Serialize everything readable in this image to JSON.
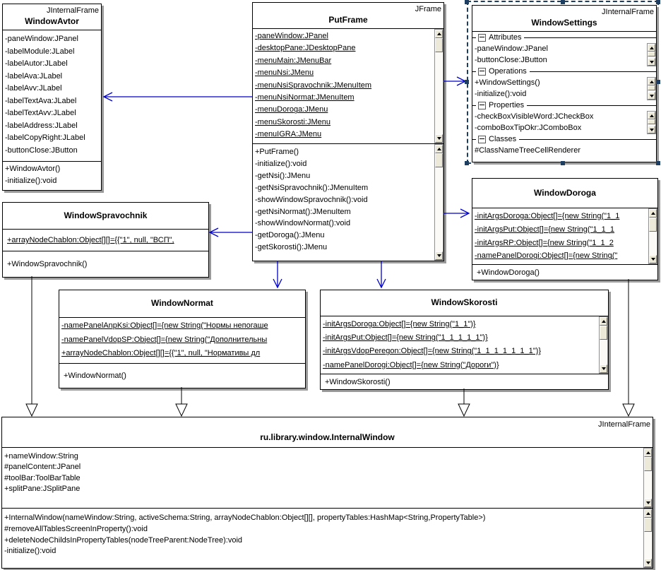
{
  "colors": {
    "association": "#0000cc",
    "selection": "#1d3d61",
    "shadow": "#9a9a9a"
  },
  "classes": {
    "avtor": {
      "stereotype": "JInternalFrame",
      "name": "WindowAvtor",
      "attributes": [
        "-paneWindow:JPanel",
        "-labelModule:JLabel",
        "-labelAutor:JLabel",
        "-labelAva:JLabel",
        "-labelAvv:JLabel",
        "-labelTextAva:JLabel",
        "-labelTextAvv:JLabel",
        "-labelAddress:JLabel",
        "-labelCopyRight:JLabel",
        "-buttonClose:JButton"
      ],
      "methods": [
        "+WindowAvtor()",
        "-initialize():void"
      ]
    },
    "putframe": {
      "stereotype": "JFrame",
      "name": "PutFrame",
      "attributes": [
        "-paneWindow:JPanel",
        "-desktopPane:JDesktopPane",
        "-menuMain:JMenuBar",
        "-menuNsi:JMenu",
        "-menuNsiSpravochnik:JMenuItem",
        "-menuNsiNormat:JMenuItem",
        "-menuDoroga:JMenu",
        "-menuSkorosti:JMenu",
        "-menuIGRA:JMenu"
      ],
      "methods": [
        "+PutFrame()",
        "-initialize():void",
        "-getNsi():JMenu",
        "-getNsiSpravochnik():JMenuItem",
        "-showWindowSpravochnik():void",
        "-getNsiNormat():JMenuItem",
        "-showWindowNormat():void",
        "-getDoroga():JMenu",
        "-getSkorosti():JMenu"
      ]
    },
    "settings": {
      "stereotype": "JInternalFrame",
      "name": "WindowSettings",
      "sections": [
        {
          "label": "Attributes",
          "items": [
            "-paneWindow:JPanel",
            "-buttonClose:JButton"
          ]
        },
        {
          "label": "Operations",
          "items": [
            "+WindowSettings()",
            "-initialize():void"
          ]
        },
        {
          "label": "Properties",
          "items": [
            "-checkBoxVisibleWord:JCheckBox",
            "-comboBoxTipOkr:JComboBox"
          ]
        },
        {
          "label": "Classes",
          "items": [
            "#ClassNameTreeCellRenderer"
          ]
        }
      ]
    },
    "spravochnik": {
      "name": "WindowSpravochnik",
      "attributes": [
        "+arrayNodeChablon:Object[][]={{\"1\", null, \"ВСП\","
      ],
      "methods": [
        "+WindowSpravochnik()"
      ]
    },
    "doroga": {
      "name": "WindowDoroga",
      "attributes": [
        "-initArgsDoroga:Object[]={new String(\"1_1",
        "-initArgsPut:Object[]={new String(\"1_1_1",
        "-initArgsRP:Object[]={new String(\"1_1_2",
        "-namePanelDorogi:Object[]={new String(\""
      ],
      "methods": [
        "+WindowDoroga()"
      ]
    },
    "normat": {
      "name": "WindowNormat",
      "attributes": [
        "-namePanelAnpKsi:Object[]={new String(\"Нормы непогаше",
        "-namePanelVdopSP:Object[]={new String(\"Дополнительны",
        "+arrayNodeChablon:Object[][]={{\"1\", null, \"Нормативы дл"
      ],
      "methods": [
        "+WindowNormat()"
      ]
    },
    "skorosti": {
      "name": "WindowSkorosti",
      "attributes": [
        "-initArgsDoroga:Object[]={new String(\"1_1\")}",
        "-initArgsPut:Object[]={new String(\"1_1_1_1_1\")}",
        "-initArgsVdopPeregon:Object[]={new String(\"1_1_1_1_1_1_1\")}",
        "-namePanelDorogi:Object[]={new String(\"Дороги\")}"
      ],
      "methods": [
        "+WindowSkorosti()"
      ]
    },
    "internal": {
      "stereotype": "JInternalFrame",
      "name": "ru.library.window.InternalWindow",
      "attributes": [
        "+nameWindow:String",
        "#panelContent:JPanel",
        "#toolBar:ToolBarTable",
        "+splitPane:JSplitPane"
      ],
      "methods": [
        "+InternalWindow(nameWindow:String, activeSchema:String, arrayNodeChablon:Object[][], propertyTables:HashMap<String,PropertyTable>)",
        "#removeAllTablesScreenInProperty():void",
        "+deleteNodeChildsInPropertyTables(nodeTreeParent:NodeTree):void",
        "-initialize():void"
      ]
    }
  }
}
